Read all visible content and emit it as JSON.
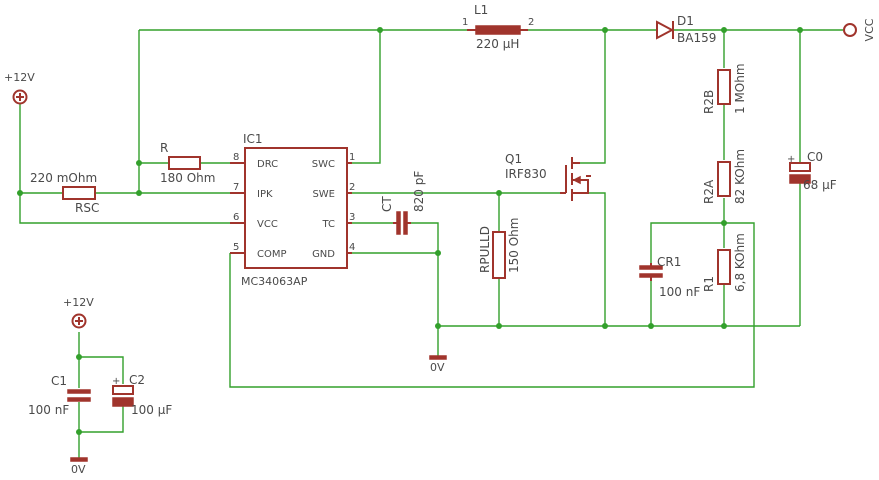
{
  "ic": {
    "name": "IC1",
    "part": "MC34063AP",
    "pins_left": [
      {
        "num": "8",
        "name": "DRC"
      },
      {
        "num": "7",
        "name": "IPK"
      },
      {
        "num": "6",
        "name": "VCC"
      },
      {
        "num": "5",
        "name": "COMP"
      }
    ],
    "pins_right": [
      {
        "num": "1",
        "name": "SWC"
      },
      {
        "num": "2",
        "name": "SWE"
      },
      {
        "num": "3",
        "name": "TC"
      },
      {
        "num": "4",
        "name": "GND"
      }
    ]
  },
  "inductor": {
    "name": "L1",
    "value": "220 µH",
    "pin1": "1",
    "pin2": "2"
  },
  "diode": {
    "name": "D1",
    "value": "BA159"
  },
  "vcc": {
    "label": "VCC"
  },
  "supply_main": {
    "label": "+12V"
  },
  "supply_bottom": {
    "label": "+12V"
  },
  "r_drc": {
    "name": "R",
    "value": "180 Ohm"
  },
  "rsc": {
    "name": "RSC",
    "value": "220 mOhm"
  },
  "ct": {
    "name": "CT",
    "value": "820 pF"
  },
  "q1": {
    "name": "Q1",
    "value": "IRF830"
  },
  "rpulld": {
    "name": "RPULLD",
    "value": "150 Ohm"
  },
  "r2b": {
    "name": "R2B",
    "value": "1 MOhm"
  },
  "r2a": {
    "name": "R2A",
    "value": "82 KOhm"
  },
  "r1": {
    "name": "R1",
    "value": "6,8 KOhm"
  },
  "cr1": {
    "name": "CR1",
    "value": "100 nF"
  },
  "c0": {
    "name": "C0",
    "value": "68 µF"
  },
  "c1": {
    "name": "C1",
    "value": "100 nF"
  },
  "c2": {
    "name": "C2",
    "value": "100 µF"
  },
  "gnd_main": {
    "label": "0V"
  },
  "gnd_bottom": {
    "label": "0V"
  }
}
